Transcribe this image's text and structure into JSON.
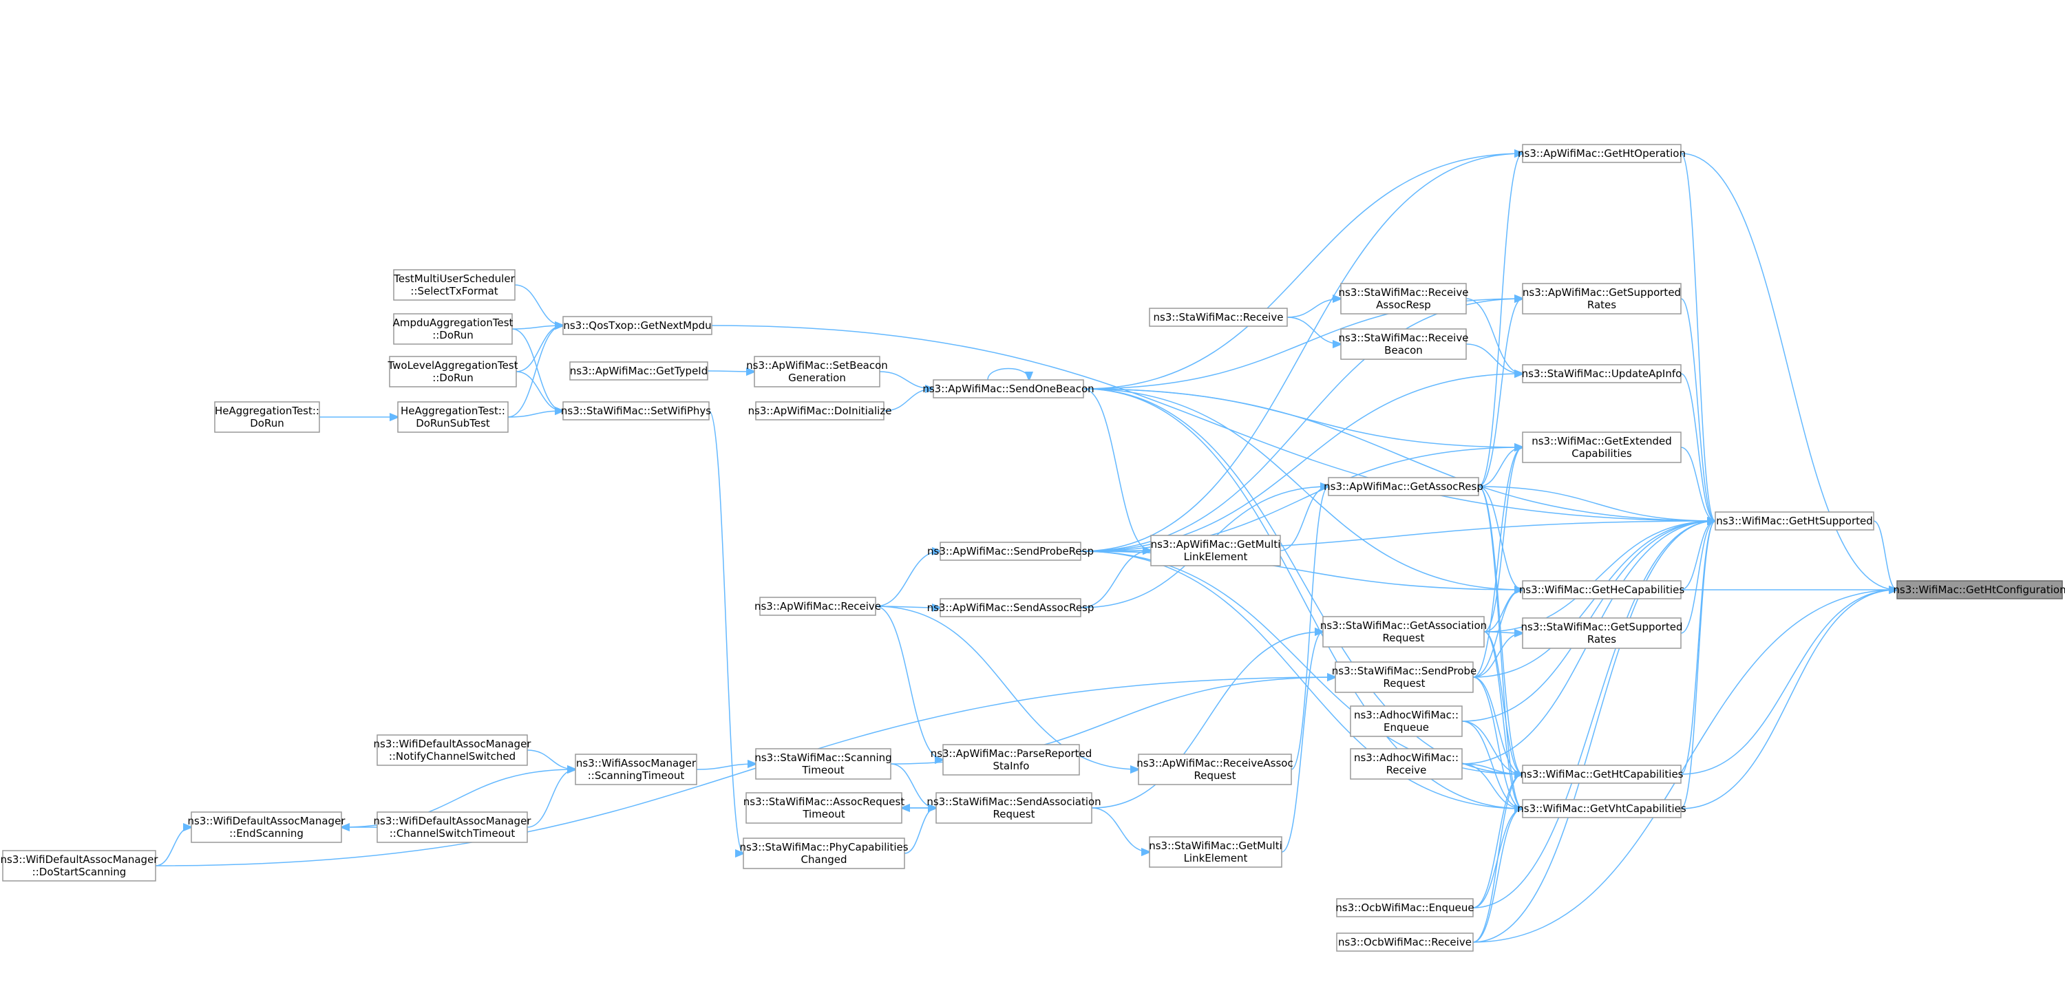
{
  "graph": {
    "focus_node": "ns3::WifiMac::GetHtConfiguration",
    "colors": {
      "edge": "#63B8FF",
      "node_border": "#999999",
      "focus_fill": "#999999"
    },
    "nodes": [
      {
        "id": "GetHtConfiguration",
        "lines": [
          "ns3::WifiMac::GetHtConfiguration"
        ],
        "focus": true
      },
      {
        "id": "GetHtSupported",
        "lines": [
          "ns3::WifiMac::GetHtSupported"
        ]
      },
      {
        "id": "GetHtOperation",
        "lines": [
          "ns3::ApWifiMac::GetHtOperation"
        ]
      },
      {
        "id": "ApGetSupportedRates",
        "lines": [
          "ns3::ApWifiMac::GetSupported",
          "Rates"
        ]
      },
      {
        "id": "UpdateApInfo",
        "lines": [
          "ns3::StaWifiMac::UpdateApInfo"
        ]
      },
      {
        "id": "GetExtendedCapabilities",
        "lines": [
          "ns3::WifiMac::GetExtended",
          "Capabilities"
        ]
      },
      {
        "id": "GetHeCapabilities",
        "lines": [
          "ns3::WifiMac::GetHeCapabilities"
        ]
      },
      {
        "id": "StaGetSupportedRates",
        "lines": [
          "ns3::StaWifiMac::GetSupported",
          "Rates"
        ]
      },
      {
        "id": "GetHtCapabilities",
        "lines": [
          "ns3::WifiMac::GetHtCapabilities"
        ]
      },
      {
        "id": "GetVhtCapabilities",
        "lines": [
          "ns3::WifiMac::GetVhtCapabilities"
        ]
      },
      {
        "id": "StaReceiveAssocResp",
        "lines": [
          "ns3::StaWifiMac::Receive",
          "AssocResp"
        ]
      },
      {
        "id": "StaReceiveBeacon",
        "lines": [
          "ns3::StaWifiMac::Receive",
          "Beacon"
        ]
      },
      {
        "id": "StaReceive",
        "lines": [
          "ns3::StaWifiMac::Receive"
        ]
      },
      {
        "id": "GetAssocResp",
        "lines": [
          "ns3::ApWifiMac::GetAssocResp"
        ]
      },
      {
        "id": "GetAssociationRequest",
        "lines": [
          "ns3::StaWifiMac::GetAssociation",
          "Request"
        ]
      },
      {
        "id": "SendProbeRequest",
        "lines": [
          "ns3::StaWifiMac::SendProbe",
          "Request"
        ]
      },
      {
        "id": "AdhocEnqueue",
        "lines": [
          "ns3::AdhocWifiMac::",
          "Enqueue"
        ]
      },
      {
        "id": "AdhocReceive",
        "lines": [
          "ns3::AdhocWifiMac::",
          "Receive"
        ]
      },
      {
        "id": "OcbEnqueue",
        "lines": [
          "ns3::OcbWifiMac::Enqueue"
        ]
      },
      {
        "id": "OcbReceive",
        "lines": [
          "ns3::OcbWifiMac::Receive"
        ]
      },
      {
        "id": "ApGetMultiLinkElement",
        "lines": [
          "ns3::ApWifiMac::GetMulti",
          "LinkElement"
        ]
      },
      {
        "id": "ReceiveAssocRequest",
        "lines": [
          "ns3::ApWifiMac::ReceiveAssoc",
          "Request"
        ]
      },
      {
        "id": "StaGetMultiLinkElement",
        "lines": [
          "ns3::StaWifiMac::GetMulti",
          "LinkElement"
        ]
      },
      {
        "id": "SendOneBeacon",
        "lines": [
          "ns3::ApWifiMac::SendOneBeacon"
        ]
      },
      {
        "id": "SendProbeResp",
        "lines": [
          "ns3::ApWifiMac::SendProbeResp"
        ]
      },
      {
        "id": "SendAssocResp",
        "lines": [
          "ns3::ApWifiMac::SendAssocResp"
        ]
      },
      {
        "id": "ParseReportedStaInfo",
        "lines": [
          "ns3::ApWifiMac::ParseReported",
          "StaInfo"
        ]
      },
      {
        "id": "SendAssociationRequest",
        "lines": [
          "ns3::StaWifiMac::SendAssociation",
          "Request"
        ]
      },
      {
        "id": "SetBeaconGeneration",
        "lines": [
          "ns3::ApWifiMac::SetBeacon",
          "Generation"
        ]
      },
      {
        "id": "DoInitialize",
        "lines": [
          "ns3::ApWifiMac::DoInitialize"
        ]
      },
      {
        "id": "ScanningTimeout",
        "lines": [
          "ns3::StaWifiMac::Scanning",
          "Timeout"
        ]
      },
      {
        "id": "AssocRequestTimeout",
        "lines": [
          "ns3::StaWifiMac::AssocRequest",
          "Timeout"
        ]
      },
      {
        "id": "PhyCapabilitiesChanged",
        "lines": [
          "ns3::StaWifiMac::PhyCapabilities",
          "Changed"
        ]
      },
      {
        "id": "ApReceive",
        "lines": [
          "ns3::ApWifiMac::Receive"
        ]
      },
      {
        "id": "GetTypeId",
        "lines": [
          "ns3::ApWifiMac::GetTypeId"
        ]
      },
      {
        "id": "GetNextMpdu",
        "lines": [
          "ns3::QosTxop::GetNextMpdu"
        ]
      },
      {
        "id": "SetWifiPhys",
        "lines": [
          "ns3::StaWifiMac::SetWifiPhys"
        ]
      },
      {
        "id": "AssocMgrScanningTimeout",
        "lines": [
          "ns3::WifiAssocManager",
          "::ScanningTimeout"
        ]
      },
      {
        "id": "SelectTxFormat",
        "lines": [
          "TestMultiUserScheduler",
          "::SelectTxFormat"
        ]
      },
      {
        "id": "AmpduDoRun",
        "lines": [
          "AmpduAggregationTest",
          "::DoRun"
        ]
      },
      {
        "id": "TwoLevelDoRun",
        "lines": [
          "TwoLevelAggregationTest",
          "::DoRun"
        ]
      },
      {
        "id": "HeDoRunSubTest",
        "lines": [
          "HeAggregationTest::",
          "DoRunSubTest"
        ]
      },
      {
        "id": "HeDoRun",
        "lines": [
          "HeAggregationTest::",
          "DoRun"
        ]
      },
      {
        "id": "NotifyChannelSwitched",
        "lines": [
          "ns3::WifiDefaultAssocManager",
          "::NotifyChannelSwitched"
        ]
      },
      {
        "id": "EndScanning",
        "lines": [
          "ns3::WifiDefaultAssocManager",
          "::EndScanning"
        ]
      },
      {
        "id": "ChannelSwitchTimeout",
        "lines": [
          "ns3::WifiDefaultAssocManager",
          "::ChannelSwitchTimeout"
        ]
      },
      {
        "id": "DoStartScanning",
        "lines": [
          "ns3::WifiDefaultAssocManager",
          "::DoStartScanning"
        ]
      }
    ],
    "edges": [
      [
        "GetHtSupported",
        "GetHtConfiguration"
      ],
      [
        "GetHtOperation",
        "GetHtConfiguration"
      ],
      [
        "GetHeCapabilities",
        "GetHtConfiguration"
      ],
      [
        "GetHtCapabilities",
        "GetHtConfiguration"
      ],
      [
        "GetVhtCapabilities",
        "GetHtConfiguration"
      ],
      [
        "OcbReceive",
        "GetHtConfiguration"
      ],
      [
        "GetNextMpdu",
        "GetHtSupported"
      ],
      [
        "SendOneBeacon",
        "GetHtSupported"
      ],
      [
        "GetHtOperation",
        "GetHtSupported"
      ],
      [
        "ApGetSupportedRates",
        "GetHtSupported"
      ],
      [
        "UpdateApInfo",
        "GetHtSupported"
      ],
      [
        "GetExtendedCapabilities",
        "GetHtSupported"
      ],
      [
        "GetAssocResp",
        "GetHtSupported"
      ],
      [
        "SendProbeResp",
        "GetHtSupported"
      ],
      [
        "GetHeCapabilities",
        "GetHtSupported"
      ],
      [
        "StaGetSupportedRates",
        "GetHtSupported"
      ],
      [
        "GetAssociationRequest",
        "GetHtSupported"
      ],
      [
        "SendProbeRequest",
        "GetHtSupported"
      ],
      [
        "AdhocEnqueue",
        "GetHtSupported"
      ],
      [
        "AdhocReceive",
        "GetHtSupported"
      ],
      [
        "GetHtCapabilities",
        "GetHtSupported"
      ],
      [
        "GetVhtCapabilities",
        "GetHtSupported"
      ],
      [
        "OcbEnqueue",
        "GetHtSupported"
      ],
      [
        "OcbReceive",
        "GetHtSupported"
      ],
      [
        "SendOneBeacon",
        "GetHtOperation"
      ],
      [
        "SendProbeResp",
        "GetHtOperation"
      ],
      [
        "GetAssocResp",
        "GetHtOperation"
      ],
      [
        "SendOneBeacon",
        "ApGetSupportedRates"
      ],
      [
        "SendProbeResp",
        "ApGetSupportedRates"
      ],
      [
        "GetAssocResp",
        "ApGetSupportedRates"
      ],
      [
        "StaReceiveAssocResp",
        "UpdateApInfo"
      ],
      [
        "StaReceiveBeacon",
        "UpdateApInfo"
      ],
      [
        "SendProbeResp",
        "UpdateApInfo"
      ],
      [
        "SendOneBeacon",
        "GetExtendedCapabilities"
      ],
      [
        "SendProbeResp",
        "GetExtendedCapabilities"
      ],
      [
        "GetAssocResp",
        "GetExtendedCapabilities"
      ],
      [
        "GetAssociationRequest",
        "GetExtendedCapabilities"
      ],
      [
        "SendProbeRequest",
        "GetExtendedCapabilities"
      ],
      [
        "SendOneBeacon",
        "GetHeCapabilities"
      ],
      [
        "SendProbeResp",
        "GetHeCapabilities"
      ],
      [
        "GetAssocResp",
        "GetHeCapabilities"
      ],
      [
        "GetAssociationRequest",
        "GetHeCapabilities"
      ],
      [
        "SendProbeRequest",
        "GetHeCapabilities"
      ],
      [
        "GetAssociationRequest",
        "StaGetSupportedRates"
      ],
      [
        "SendProbeRequest",
        "StaGetSupportedRates"
      ],
      [
        "SendOneBeacon",
        "GetHtCapabilities"
      ],
      [
        "SendProbeResp",
        "GetHtCapabilities"
      ],
      [
        "GetAssocResp",
        "GetHtCapabilities"
      ],
      [
        "GetAssociationRequest",
        "GetHtCapabilities"
      ],
      [
        "SendProbeRequest",
        "GetHtCapabilities"
      ],
      [
        "AdhocEnqueue",
        "GetHtCapabilities"
      ],
      [
        "AdhocReceive",
        "GetHtCapabilities"
      ],
      [
        "OcbEnqueue",
        "GetHtCapabilities"
      ],
      [
        "OcbReceive",
        "GetHtCapabilities"
      ],
      [
        "SendOneBeacon",
        "GetVhtCapabilities"
      ],
      [
        "SendProbeResp",
        "GetVhtCapabilities"
      ],
      [
        "GetAssocResp",
        "GetVhtCapabilities"
      ],
      [
        "GetAssociationRequest",
        "GetVhtCapabilities"
      ],
      [
        "SendProbeRequest",
        "GetVhtCapabilities"
      ],
      [
        "AdhocEnqueue",
        "GetVhtCapabilities"
      ],
      [
        "AdhocReceive",
        "GetVhtCapabilities"
      ],
      [
        "OcbEnqueue",
        "GetVhtCapabilities"
      ],
      [
        "OcbReceive",
        "GetVhtCapabilities"
      ],
      [
        "StaReceive",
        "StaReceiveAssocResp"
      ],
      [
        "StaReceive",
        "StaReceiveBeacon"
      ],
      [
        "SendAssocResp",
        "GetAssocResp"
      ],
      [
        "ApGetMultiLinkElement",
        "GetAssocResp"
      ],
      [
        "ReceiveAssocRequest",
        "GetAssocResp"
      ],
      [
        "SendAssociationRequest",
        "GetAssociationRequest"
      ],
      [
        "StaGetMultiLinkElement",
        "GetAssociationRequest"
      ],
      [
        "ScanningTimeout",
        "SendProbeRequest"
      ],
      [
        "DoStartScanning",
        "SendProbeRequest"
      ],
      [
        "SendOneBeacon",
        "ApGetMultiLinkElement"
      ],
      [
        "SendProbeResp",
        "ApGetMultiLinkElement"
      ],
      [
        "SendAssocResp",
        "ApGetMultiLinkElement"
      ],
      [
        "ApReceive",
        "ReceiveAssocRequest"
      ],
      [
        "SendAssociationRequest",
        "StaGetMultiLinkElement"
      ],
      [
        "SendOneBeacon",
        "SendOneBeacon"
      ],
      [
        "SetBeaconGeneration",
        "SendOneBeacon"
      ],
      [
        "DoInitialize",
        "SendOneBeacon"
      ],
      [
        "ApReceive",
        "SendProbeResp"
      ],
      [
        "ApReceive",
        "SendAssocResp"
      ],
      [
        "ApReceive",
        "ParseReportedStaInfo"
      ],
      [
        "ScanningTimeout",
        "SendAssociationRequest"
      ],
      [
        "AssocRequestTimeout",
        "SendAssociationRequest"
      ],
      [
        "PhyCapabilitiesChanged",
        "SendAssociationRequest"
      ],
      [
        "SendAssociationRequest",
        "AssocRequestTimeout"
      ],
      [
        "GetTypeId",
        "SetBeaconGeneration"
      ],
      [
        "AssocMgrScanningTimeout",
        "ScanningTimeout"
      ],
      [
        "SetWifiPhys",
        "PhyCapabilitiesChanged"
      ],
      [
        "SelectTxFormat",
        "GetNextMpdu"
      ],
      [
        "AmpduDoRun",
        "GetNextMpdu"
      ],
      [
        "TwoLevelDoRun",
        "GetNextMpdu"
      ],
      [
        "HeDoRunSubTest",
        "GetNextMpdu"
      ],
      [
        "AmpduDoRun",
        "SetWifiPhys"
      ],
      [
        "TwoLevelDoRun",
        "SetWifiPhys"
      ],
      [
        "HeDoRunSubTest",
        "SetWifiPhys"
      ],
      [
        "HeDoRun",
        "HeDoRunSubTest"
      ],
      [
        "NotifyChannelSwitched",
        "AssocMgrScanningTimeout"
      ],
      [
        "EndScanning",
        "AssocMgrScanningTimeout"
      ],
      [
        "ChannelSwitchTimeout",
        "AssocMgrScanningTimeout"
      ],
      [
        "ChannelSwitchTimeout",
        "EndScanning"
      ],
      [
        "DoStartScanning",
        "EndScanning"
      ]
    ]
  }
}
